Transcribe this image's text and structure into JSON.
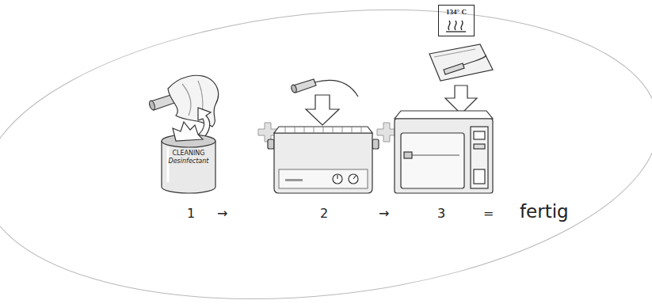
{
  "diagram": {
    "nodes": [
      {
        "text": [
          "CLEANING",
          "Desinfectant"
        ]
      },
      {
        "text": [
          "134° C"
        ]
      }
    ],
    "labels": [
      "1",
      "→",
      "2",
      "→",
      "3",
      "=",
      "fertig"
    ]
  }
}
